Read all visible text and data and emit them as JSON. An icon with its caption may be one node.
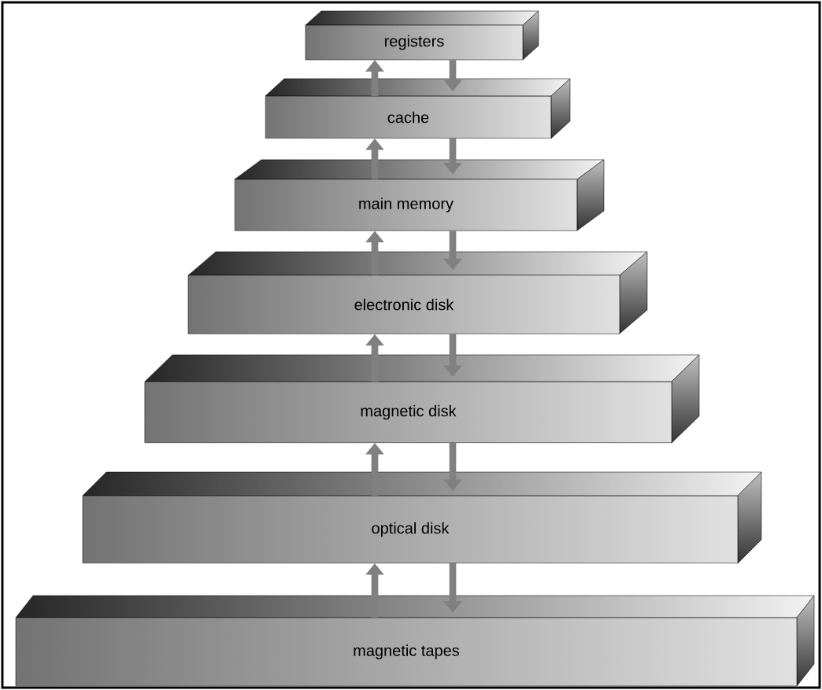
{
  "diagram": {
    "nodes": [
      {
        "text": [
          "registers"
        ]
      },
      {
        "text": [
          "cache"
        ]
      },
      {
        "text": [
          "main memory"
        ]
      },
      {
        "text": [
          "electronic disk"
        ]
      },
      {
        "text": [
          "magnetic disk"
        ]
      },
      {
        "text": [
          "optical disk"
        ]
      },
      {
        "text": [
          "magnetic tapes"
        ]
      }
    ],
    "edges": [
      {
        "from": 1,
        "to": 0,
        "arrow": "to"
      },
      {
        "from": 0,
        "to": 1,
        "arrow": "to"
      },
      {
        "from": 2,
        "to": 1,
        "arrow": "to"
      },
      {
        "from": 1,
        "to": 2,
        "arrow": "to"
      },
      {
        "from": 3,
        "to": 2,
        "arrow": "to"
      },
      {
        "from": 2,
        "to": 3,
        "arrow": "to"
      },
      {
        "from": 4,
        "to": 3,
        "arrow": "to"
      },
      {
        "from": 3,
        "to": 4,
        "arrow": "to"
      },
      {
        "from": 5,
        "to": 4,
        "arrow": "to"
      },
      {
        "from": 4,
        "to": 5,
        "arrow": "to"
      },
      {
        "from": 6,
        "to": 5,
        "arrow": "to"
      },
      {
        "from": 5,
        "to": 6,
        "arrow": "to"
      }
    ]
  }
}
